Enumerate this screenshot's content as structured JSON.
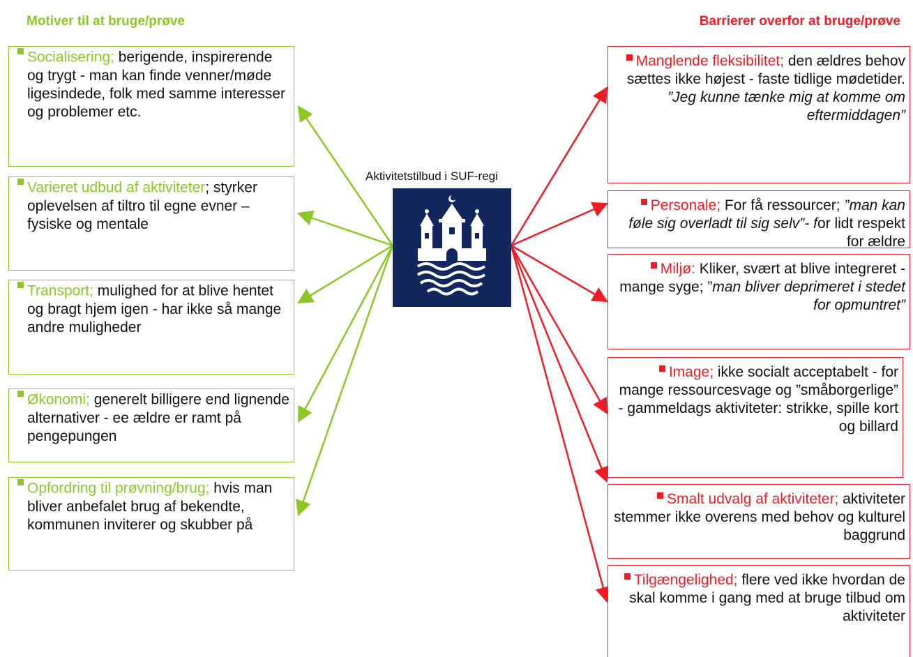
{
  "headings": {
    "left": "Motiver til at bruge/prøve",
    "right": "Barrierer overfor at bruge/prøve"
  },
  "center": {
    "label": "Aktivitetstilbud i SUF-regi",
    "logo_icon": "copenhagen-coat-of-arms-icon"
  },
  "motives": [
    {
      "lead": "Socialisering;",
      "text": " berigende, inspirerende og trygt - man kan finde venner/møde ligesindede, folk med samme interesser og problemer  etc."
    },
    {
      "lead": "Varieret udbud af aktiviteter",
      "text": "; styrker oplevelsen af tiltro til egne evner – fysiske og mentale"
    },
    {
      "lead": "Transport;",
      "text": " mulighed for at blive hentet og bragt hjem igen - har ikke så mange andre muligheder"
    },
    {
      "lead": "Økonomi;",
      "text": " generelt billigere end lignende alternativer - ee ældre er ramt på pengepungen"
    },
    {
      "lead": "Opfordring til prøvning/brug;",
      "text": " hvis man bliver anbefalet brug af  bekendte, kommunen inviterer og skubber på"
    }
  ],
  "barriers": [
    {
      "lead": "Manglende fleksibilitet;",
      "text": "  den ældres behov sættes ikke højest - faste tidlige mødetider. ",
      "quote": "”Jeg kunne tænke mig at komme om eftermiddagen”",
      "tail": ""
    },
    {
      "lead": "Personale;",
      "text": "  For få ressourcer; ",
      "quote": "”man kan føle sig overladt til sig selv”- f",
      "tail": "or lidt respekt for ældre"
    },
    {
      "lead": "Miljø:",
      "text": " Kliker, svært at blive integreret - mange syge; ”",
      "quote": "man bliver deprimeret i stedet for opmuntret”",
      "tail": ""
    },
    {
      "lead": "Image;",
      "text": " ikke socialt acceptabelt - for mange ressourcesvage og ”småborgerlige” - gammeldags aktiviteter: strikke, spille kort og billard",
      "quote": "",
      "tail": ""
    },
    {
      "lead": "Smalt udvalg af aktiviteter;",
      "text": " aktiviteter stemmer ikke overens med behov og kulturel baggrund",
      "quote": "",
      "tail": ""
    },
    {
      "lead": "Tilgængelighed;",
      "text": " flere ved ikke hvordan de skal komme i gang med at bruge tilbud om aktiviteter",
      "quote": "",
      "tail": ""
    }
  ],
  "colors": {
    "motive": "#8bc826",
    "barrier": "#ee1c25",
    "logo_background": "#13275f"
  }
}
